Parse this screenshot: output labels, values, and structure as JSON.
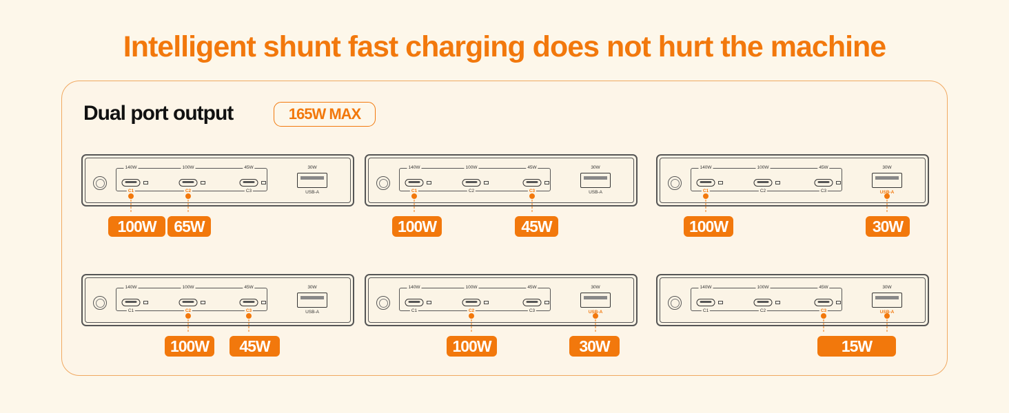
{
  "headline": "Intelligent shunt fast charging does not hurt the machine",
  "section_title": "Dual port output",
  "max_badge": "165W MAX",
  "port_labels": {
    "c1_rating": "140W",
    "c2_rating": "100W",
    "c3_rating": "45W",
    "usba_rating": "30W",
    "c1": "C1",
    "c2": "C2",
    "c3": "C3",
    "usba": "USB-A"
  },
  "combos": [
    {
      "active": [
        "c1",
        "c2"
      ],
      "outputs": [
        "100W",
        "65W"
      ]
    },
    {
      "active": [
        "c1",
        "c3"
      ],
      "outputs": [
        "100W",
        "45W"
      ]
    },
    {
      "active": [
        "c1",
        "usba"
      ],
      "outputs": [
        "100W",
        "30W"
      ]
    },
    {
      "active": [
        "c2",
        "c3"
      ],
      "outputs": [
        "100W",
        "45W"
      ]
    },
    {
      "active": [
        "c2",
        "usba"
      ],
      "outputs": [
        "100W",
        "30W"
      ]
    },
    {
      "active": [
        "c3",
        "usba"
      ],
      "outputs": [
        "15W"
      ]
    }
  ],
  "colors": {
    "accent": "#f2780c",
    "background": "#fdf7ea",
    "outline": "#555555"
  }
}
